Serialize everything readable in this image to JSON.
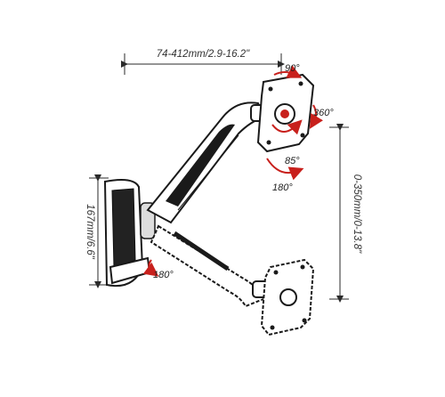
{
  "dimensions": {
    "horizontal_reach": "74-412mm/2.9-16.2\"",
    "vertical_range": "0-350mm/0-13.8\"",
    "bracket_height": "167mm/6.6\""
  },
  "angles": {
    "tilt_up": "90°",
    "rotation": "360°",
    "tilt_down": "85°",
    "swivel_head": "180°",
    "swivel_wall": "180°"
  },
  "colors": {
    "arrow_red": "#c8201c",
    "line": "#2a2a2a",
    "arm_dark": "#1a1a1a"
  }
}
